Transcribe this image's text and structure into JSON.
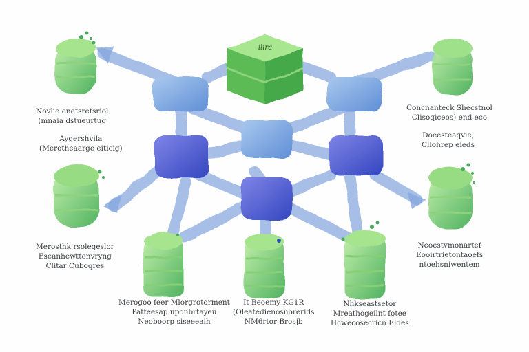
{
  "diagram": {
    "colors": {
      "blue_light": "#8fb3e3",
      "blue_dark": "#3f56c9",
      "green_light": "#9fdb92",
      "green_dark": "#45b356",
      "arrow": "#7ea3dd",
      "text": "#3a3d42"
    },
    "top_block_label": "ilira",
    "labels": {
      "left_top": [
        "Novlie enetsretsriol",
        "(mnaia dstueurtug"
      ],
      "left_mid": [
        "Aygershvila",
        "(Merotheaarge eiticig)"
      ],
      "left_bottom": [
        "Merosthk rsoleqeslor",
        "Eseanhewttenvryng",
        "Clitar Cuboqres"
      ],
      "right_top": [
        "Concnanteck Shecstnol",
        "Clisoqiceos) end eco"
      ],
      "right_mid": [
        "Doeesteaqvie,",
        "Cllohrep eieds"
      ],
      "right_bottom": [
        "Neoestvmonartef",
        "Eooirtrietontaoefs",
        "ntoehsniwentem"
      ],
      "bottom_left": [
        "Merogoo feer Mlorgrotorment",
        "Patteesap uponbrtayeu",
        "Neoboorp siseeeaih"
      ],
      "bottom_mid": [
        "It Beoemy KG1R",
        "(Oleatedienosnorerids",
        "NM6rtor Brosjb"
      ],
      "bottom_right": [
        "Nhkseastsetor",
        "Mreathogeilnt fotee",
        "Hcwecosecricn Eldes"
      ]
    }
  }
}
